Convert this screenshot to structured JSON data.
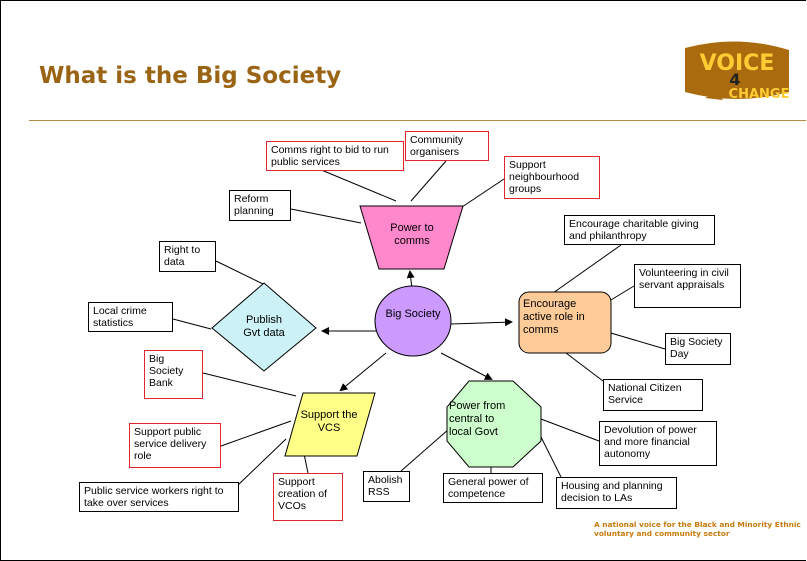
{
  "title": "What is the Big Society",
  "logo": {
    "word1": "VOICE",
    "word2": "4",
    "word3": "CHANGE"
  },
  "center": {
    "label": "Big Society"
  },
  "hubs": {
    "power_to_comms": "Power to comms",
    "encourage": "Encourage active role in comms",
    "power_central": "Power from central to local Govt",
    "support_vcs": "Support the VCS",
    "publish": "Publish Gvt data"
  },
  "boxes": {
    "comms_right": "Comms right to bid to run public services",
    "community_organisers": "Community organisers",
    "support_neighbourhood": "Support neighbourhood groups",
    "reform_planning": "Reform planning",
    "right_to_data": "Right to data",
    "local_crime": "Local crime statistics",
    "big_society_bank": "Big Society Bank",
    "support_delivery": "Support public service delivery role",
    "workers_right": "Public service workers right to take over services",
    "creation_vcos": "Support creation of VCOs",
    "abolish_rss": "Abolish RSS",
    "general_power": "General power of competence",
    "housing_planning": "Housing and planning decision to LAs",
    "devolution": "Devolution of power and more financial autonomy",
    "national_citizen": "National Citizen Service",
    "big_society_day": "Big Society Day",
    "volunteering": "Volunteering in civil servant appraisals",
    "charitable": "Encourage charitable giving and philanthropy"
  },
  "footer": {
    "line1": "A national voice for the Black and Minority Ethnic",
    "line2": "voluntary and community sector"
  },
  "colors": {
    "title": "#9a6414",
    "center_fill": "#cc99ff",
    "power_to_comms_fill": "#ff88cc",
    "encourage_fill": "#ffcc99",
    "power_central_fill": "#ccffcc",
    "support_vcs_fill": "#ffff66",
    "publish_fill": "#ccf2f7",
    "footer": "#c77a0b"
  }
}
